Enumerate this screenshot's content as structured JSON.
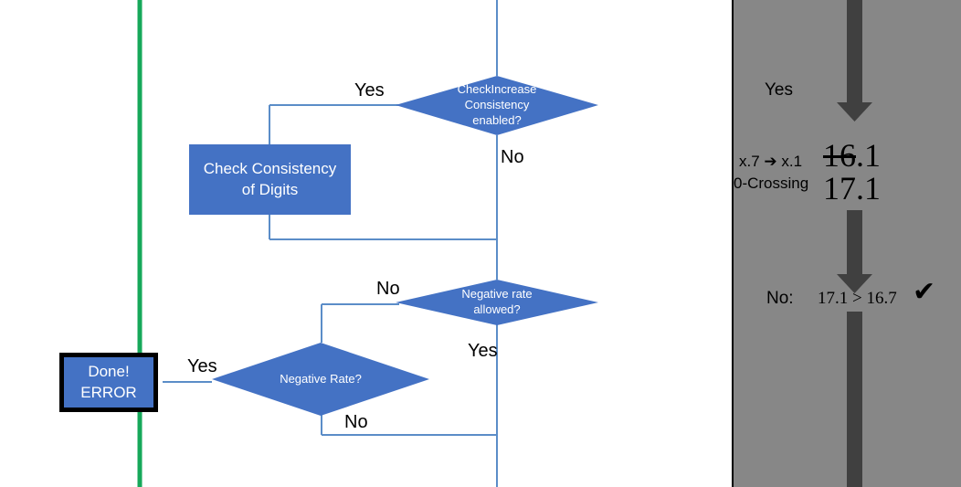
{
  "colors": {
    "shape_fill": "#4472C4",
    "connector": "#5B8DC8",
    "green_divider": "#16A85A",
    "panel_bg": "#878787",
    "panel_arrow": "#404040",
    "text_on_shape": "#FFFFFF",
    "text_dark": "#000000"
  },
  "flowchart": {
    "nodes": {
      "check_increase_decision": "CheckIncrease\nConsistency\nenabled?",
      "check_consistency_process": "Check Consistency\nof Digits",
      "negative_rate_allowed_decision": "Negative rate\nallowed?",
      "negative_rate_decision": "Negative Rate?",
      "done_error_terminal": "Done!\nERROR"
    },
    "edge_labels": {
      "check_increase_yes": "Yes",
      "check_increase_no": "No",
      "negative_rate_allowed_no": "No",
      "negative_rate_allowed_yes": "Yes",
      "negative_rate_yes": "Yes",
      "negative_rate_no": "No"
    }
  },
  "panel": {
    "branch_label": "Yes",
    "rounding_label": "x.7 ➔ x.1",
    "zero_crossing_label": "0-Crossing",
    "value_struck_part": "16",
    "value_struck_suffix": ".1",
    "value_result": "17.1",
    "decision_label": "No:",
    "comparison": "17.1 > 16.7",
    "check_mark": "✔"
  }
}
